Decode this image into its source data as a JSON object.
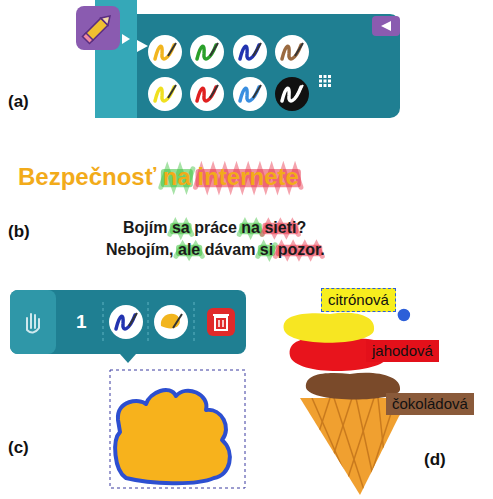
{
  "diagram": {
    "nodes": [
      {
        "text": [
          "citrónová"
        ]
      },
      {
        "text": [
          "jahodová"
        ]
      },
      {
        "text": [
          "čokoládová"
        ]
      }
    ],
    "labels": [
      "(a)",
      "Bezpečnosť na internete",
      "(b)",
      "Bojím sa práce na sieti?",
      "Nebojím, ale dávam si pozor.",
      "1",
      "(c)",
      "(d)"
    ]
  }
}
